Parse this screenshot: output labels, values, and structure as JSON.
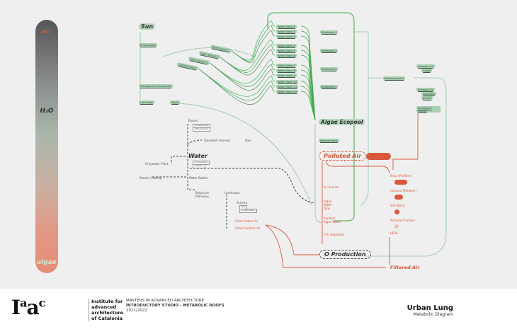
{
  "gradient_bar": {
    "top": "air",
    "middle": "H₂O",
    "bottom": "algae"
  },
  "sun": {
    "title": "Sun",
    "photovoltaic": "Photovoltaic",
    "membranes": "Transparent membranes",
    "lab_fluids": "Lab Fluids",
    "algae": "Algae"
  },
  "light_sensors": [
    "Light Sensor 1",
    "Light Sensor 2",
    "Light Sensor 3",
    "Light Sensor 4"
  ],
  "water_valves": [
    "Water Valve 1",
    "Water Valve 2",
    "Water Valve 3",
    "Water Valve 4",
    "Water Valve 5",
    "Water Valve 6",
    "Water Valve 7",
    "Water Valve 8",
    "Water Valve 9",
    "Water Valve 10",
    "Water Valve 11",
    "Water Valve 12"
  ],
  "biofacades": [
    "Biofacade 1",
    "Biofacade 2",
    "Biofacade 3",
    "Biofacade 4"
  ],
  "ecopool": {
    "title": "Algae Ecopool",
    "pump": "Vertical Pump"
  },
  "photosynthesis": {
    "label": "Photosynthesis",
    "biomass1": "Biomass #1",
    "sugar": "Sugar",
    "biomass2": "Biomass #2",
    "lubricant": "Lubricant",
    "biofuel": "Biofuel",
    "renewable": "Renewable Energy"
  },
  "water": {
    "title": "Water",
    "rooms": "Rooms",
    "rooms_sub": [
      "Social Building",
      "Office Building"
    ],
    "harvest": "Rainwater Harvest",
    "rain": "Rain",
    "water_sub": [
      "Condensation",
      "Irrigation"
    ],
    "greywater": "Greywater Plant",
    "passive": "Passive Cooling",
    "bodies": "Water Bodies",
    "botanical": "Botanical Pathways",
    "landscape": "Landscape",
    "activity": "Activity",
    "activity_sub": [
      "Play",
      "Contemplation"
    ],
    "indoor": "Clean Indoor Air",
    "outdoor": "Clean Outdoor Air"
  },
  "air": {
    "polluted": "Polluted Air",
    "suction": "Air Suction",
    "tank": "Algae Water Tank",
    "aerated": "Aerated Algae Water",
    "co2": "CO₂ Sequester",
    "o_production": "O Production",
    "filtered": "Filtered Air"
  },
  "filters": [
    "Moss [Prefilter]",
    "Coconut [Medium]",
    "Silk Matrix",
    "Activated Carbon",
    "HEPA"
  ],
  "colors": {
    "green": "#3ea84a",
    "red": "#d9573a",
    "teal": "#8fc2a0",
    "dark": "#444444"
  },
  "footer": {
    "logo": "Iaac",
    "institute": [
      "Institute for",
      "advanced",
      "architecture",
      "of Catalonia"
    ],
    "program": "MASTERS IN ADVANCED ARCHITECTURE",
    "studio": "INTRODUCTORY STUDIO - METABOLIC ROOFS",
    "year": "2021/2022",
    "title": "Urban Lung",
    "subtitle": "Metabolic Diagram"
  }
}
